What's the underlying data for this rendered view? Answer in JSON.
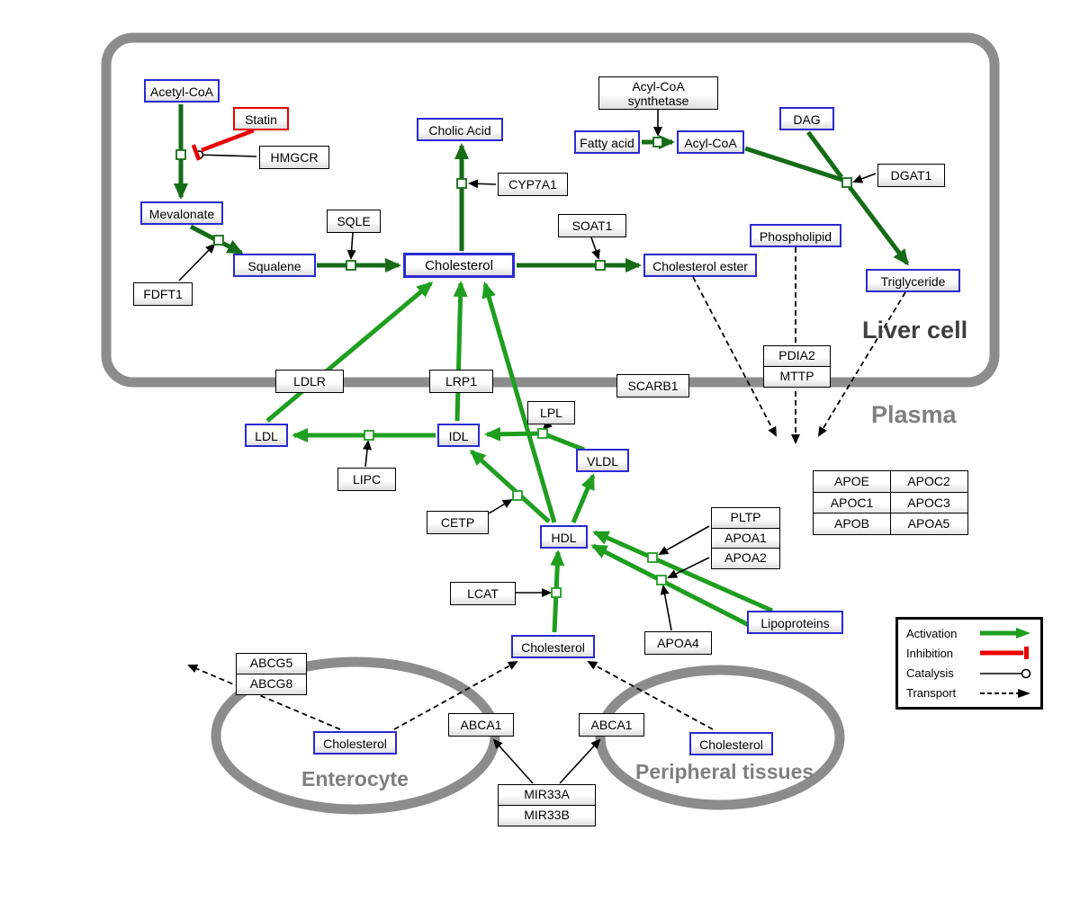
{
  "regions": {
    "liver": {
      "label": "Liver cell"
    },
    "plasma": {
      "label": "Plasma"
    },
    "enterocyte": {
      "label": "Enterocyte"
    },
    "peripheral": {
      "label": "Peripheral tissues"
    }
  },
  "nodes": {
    "acetyl_coa": {
      "label": "Acetyl-CoA"
    },
    "statin": {
      "label": "Statin"
    },
    "hmgcr": {
      "label": "HMGCR"
    },
    "mevalonate": {
      "label": "Mevalonate"
    },
    "fdft1": {
      "label": "FDFT1"
    },
    "squalene": {
      "label": "Squalene"
    },
    "sqle": {
      "label": "SQLE"
    },
    "cholic_acid": {
      "label": "Cholic Acid"
    },
    "cyp7a1": {
      "label": "CYP7A1"
    },
    "cholesterol_liver": {
      "label": "Cholesterol"
    },
    "soat1": {
      "label": "SOAT1"
    },
    "cholesterol_ester": {
      "label": "Cholesterol ester"
    },
    "acyl_coa_synthetase": {
      "line1": "Acyl-CoA",
      "line2": "synthetase"
    },
    "fatty_acid": {
      "label": "Fatty acid"
    },
    "acyl_coa": {
      "label": "Acyl-CoA"
    },
    "dag": {
      "label": "DAG"
    },
    "dgat1": {
      "label": "DGAT1"
    },
    "phospholipid": {
      "label": "Phospholipid"
    },
    "triglyceride": {
      "label": "Triglyceride"
    },
    "ldlr": {
      "label": "LDLR"
    },
    "lrp1": {
      "label": "LRP1"
    },
    "scarb1": {
      "label": "SCARB1"
    },
    "pdia2": {
      "label": "PDIA2"
    },
    "mttp": {
      "label": "MTTP"
    },
    "ldl": {
      "label": "LDL"
    },
    "idl": {
      "label": "IDL"
    },
    "lipc": {
      "label": "LIPC"
    },
    "lpl": {
      "label": "LPL"
    },
    "vldl": {
      "label": "VLDL"
    },
    "cetp": {
      "label": "CETP"
    },
    "hdl": {
      "label": "HDL"
    },
    "pltp": {
      "label": "PLTP"
    },
    "apoa1": {
      "label": "APOA1"
    },
    "apoa2": {
      "label": "APOA2"
    },
    "lcat": {
      "label": "LCAT"
    },
    "apoa4": {
      "label": "APOA4"
    },
    "lipoproteins": {
      "label": "Lipoproteins"
    },
    "cholesterol_plasma": {
      "label": "Cholesterol"
    },
    "abcg5": {
      "label": "ABCG5"
    },
    "abcg8": {
      "label": "ABCG8"
    },
    "cholesterol_enterocyte": {
      "label": "Cholesterol"
    },
    "abca1_left": {
      "label": "ABCA1"
    },
    "abca1_right": {
      "label": "ABCA1"
    },
    "cholesterol_peripheral": {
      "label": "Cholesterol"
    },
    "mir33a": {
      "label": "MIR33A"
    },
    "mir33b": {
      "label": "MIR33B"
    }
  },
  "apo_table": {
    "rows": [
      [
        "APOE",
        "APOC2"
      ],
      [
        "APOC1",
        "APOC3"
      ],
      [
        "APOB",
        "APOA5"
      ]
    ]
  },
  "legend": {
    "activation": "Activation",
    "inhibition": "Inhibition",
    "catalysis": "Catalysis",
    "transport": "Transport"
  },
  "colors": {
    "activation_green_bright": "#1f9e1f",
    "activation_green_dark": "#166b16",
    "inhibition_red": "#e80000",
    "metabolite_blue": "#2a2ad0",
    "membrane_gray": "#8c8c8c"
  }
}
